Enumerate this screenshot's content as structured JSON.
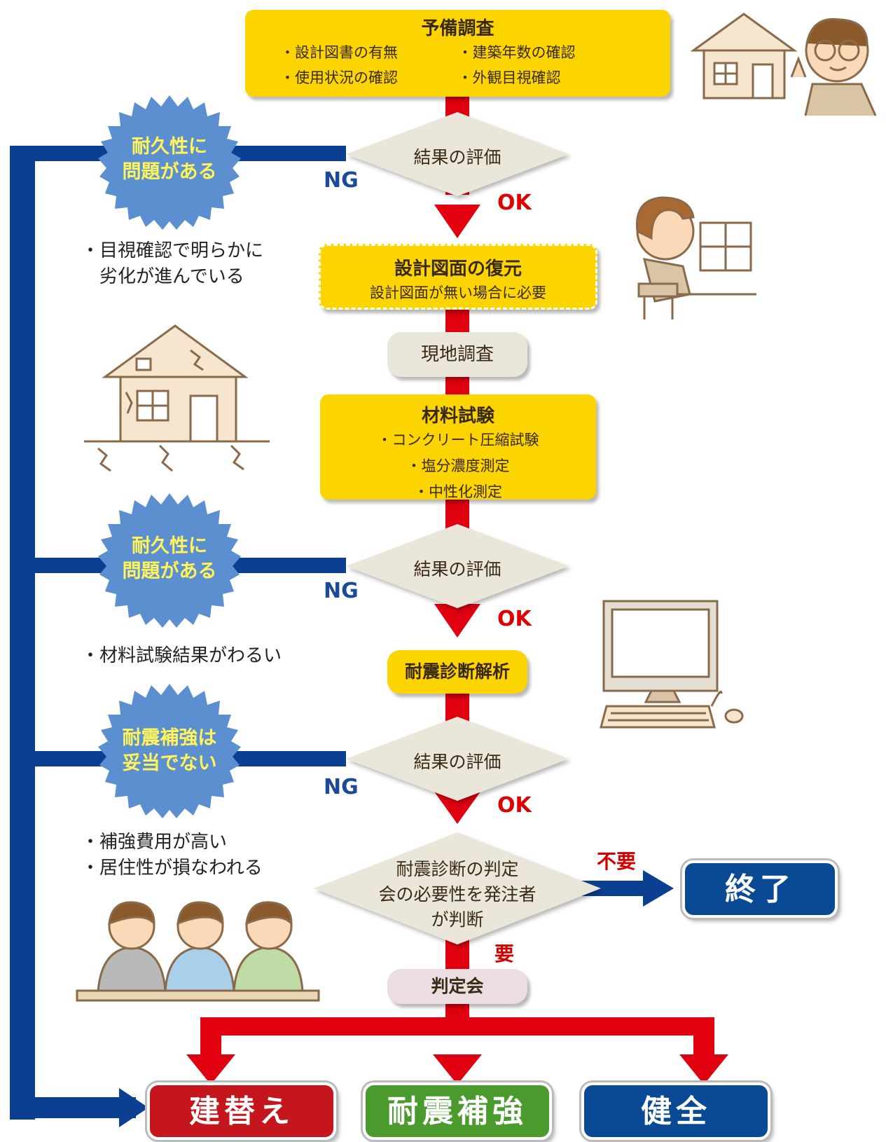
{
  "steps": {
    "preliminary": {
      "title": "予備調査",
      "items": [
        "・設計図書の有無",
        "・建築年数の確認",
        "・使用状況の確認",
        "・外観目視確認"
      ]
    },
    "restore": {
      "title": "設計図面の復元",
      "note": "設計図面が無い場合に必要"
    },
    "site_survey": "現地調査",
    "material": {
      "title": "材料試験",
      "items": [
        "・コンクリート圧縮試験",
        "・塩分濃度測定",
        "・中性化測定"
      ]
    },
    "analysis": "耐震診断解析",
    "judgement_meeting": "判定会"
  },
  "decisions": {
    "evaluation": "結果の評価",
    "need_meeting": [
      "耐震診断の判定",
      "会の必要性を発注者",
      "が判断"
    ]
  },
  "labels": {
    "ng": "NG",
    "ok": "OK",
    "unnecessary": "不要",
    "necessary": "要"
  },
  "bursts": [
    [
      "耐久性に",
      "問題がある"
    ],
    [
      "耐久性に",
      "問題がある"
    ],
    [
      "耐震補強は",
      "妥当でない"
    ]
  ],
  "reasons": [
    [
      "・目視確認で明らかに",
      "　劣化が進んでいる"
    ],
    [
      "・材料試験結果がわるい"
    ],
    [
      "・補強費用が高い",
      "・居住性が損なわれる"
    ]
  ],
  "results": {
    "rebuild": "建替え",
    "reinforce": "耐震補強",
    "sound": "健全",
    "end": "終了"
  },
  "colors": {
    "yellow": "#fcd400",
    "flow_red": "#e00010",
    "ng_blue": "#0a3f92",
    "burst_blue": "#5b8fd0",
    "rebuild": "#c4161c",
    "reinforce": "#4a9a2e",
    "sound": "#0a4a94",
    "end": "#0a4a94"
  }
}
